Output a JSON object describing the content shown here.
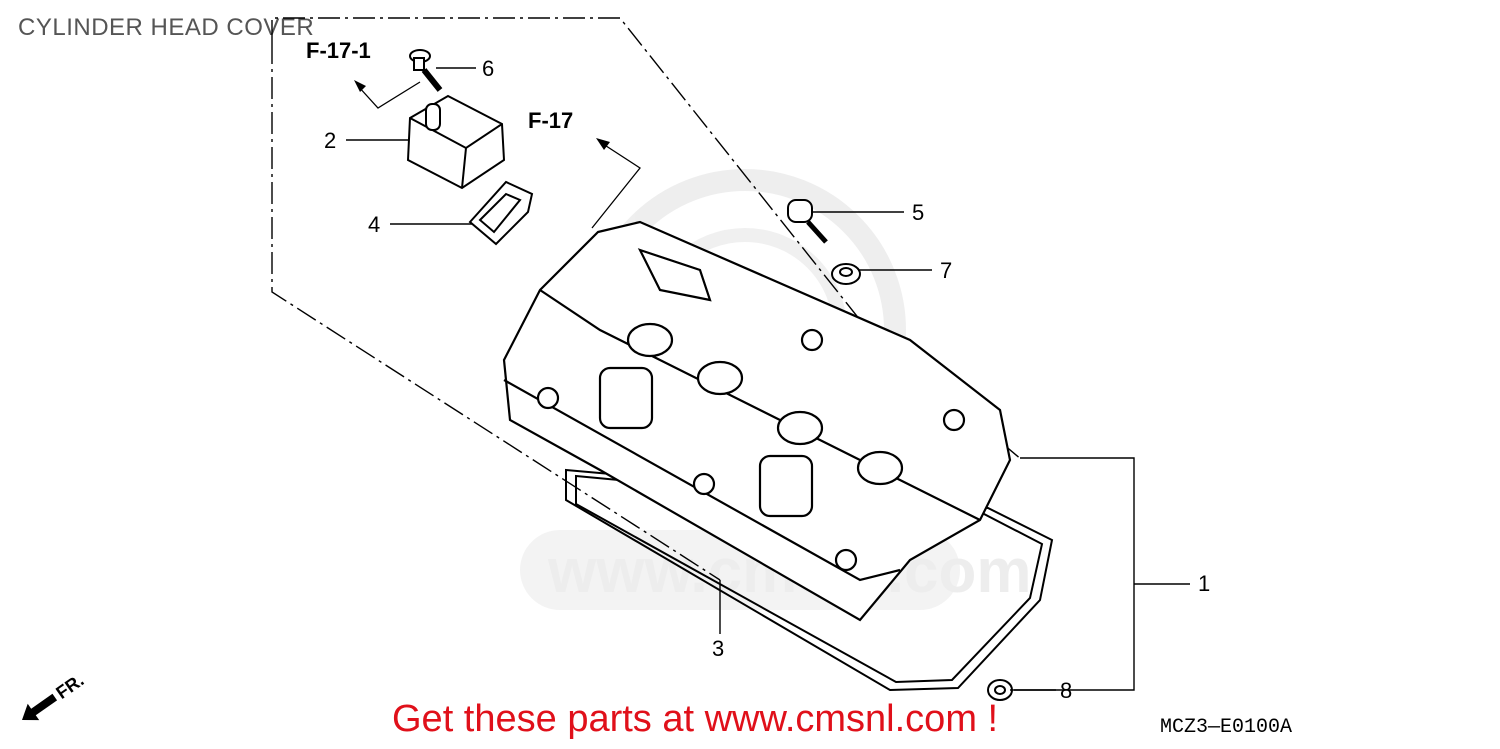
{
  "page": {
    "title": "CYLINDER HEAD COVER",
    "promo_text": "Get these parts at www.cmsnl.com !",
    "diagram_code": "MCZ3—E0100A",
    "watermark": "www.cmsnl.com"
  },
  "references": [
    {
      "id": "ref-f17-1",
      "label": "F-17-1"
    },
    {
      "id": "ref-f17",
      "label": "F-17"
    }
  ],
  "callouts": [
    "1",
    "2",
    "3",
    "4",
    "5",
    "6",
    "7",
    "8"
  ],
  "direction_indicator": {
    "label": "FR.",
    "icon": "front-arrow-icon"
  },
  "parts": [
    {
      "callout": "1",
      "name": "cylinder-head-cover"
    },
    {
      "callout": "2",
      "name": "breather-cover"
    },
    {
      "callout": "3",
      "name": "head-cover-gasket"
    },
    {
      "callout": "4",
      "name": "breather-gasket"
    },
    {
      "callout": "5",
      "name": "cover-bolt"
    },
    {
      "callout": "6",
      "name": "flange-bolt"
    },
    {
      "callout": "7",
      "name": "rubber-mount"
    },
    {
      "callout": "8",
      "name": "grommet"
    }
  ],
  "colors": {
    "promo": "#e0101a",
    "line": "#000000",
    "title": "#555555",
    "watermark": "#ececec"
  }
}
